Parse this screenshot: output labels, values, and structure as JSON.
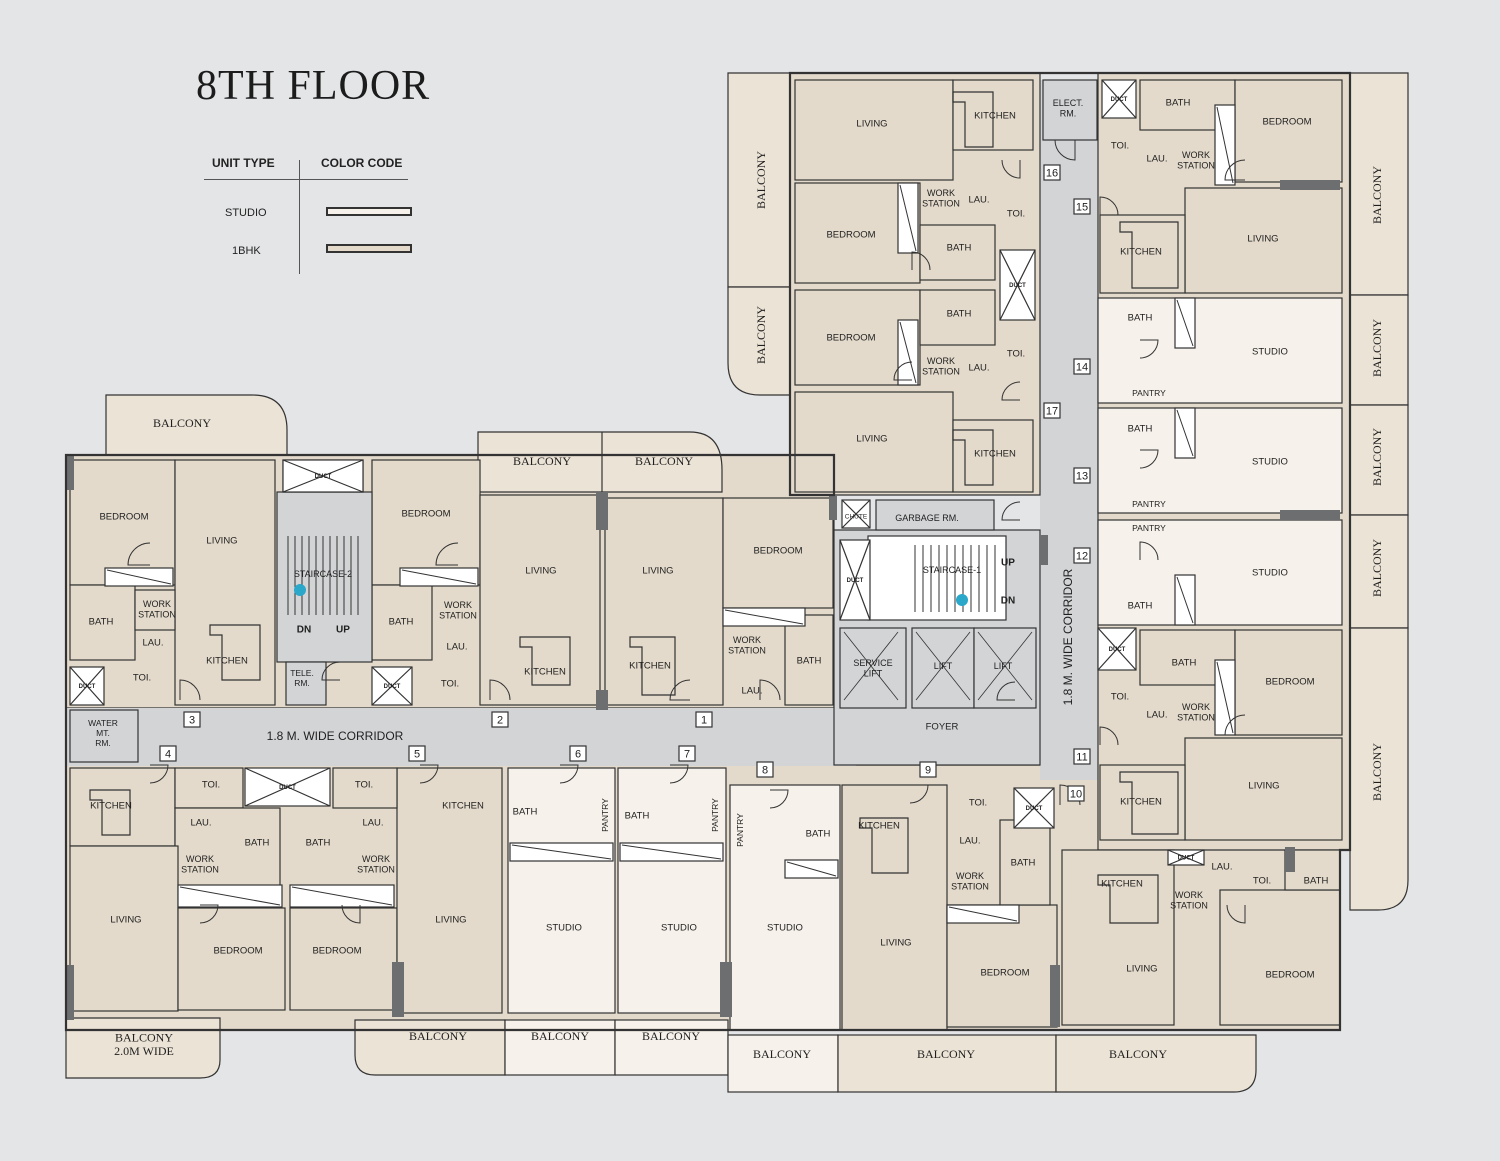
{
  "title": "8TH FLOOR",
  "legend": {
    "header_type": "UNIT TYPE",
    "header_color": "COLOR CODE",
    "items": [
      {
        "label": "STUDIO",
        "color": "#f6f1ea"
      },
      {
        "label": "1BHK",
        "color": "#e3dacb"
      }
    ]
  },
  "colors": {
    "background": "#e4e5e7",
    "studio": "#f6f1ea",
    "onebhk": "#e3dacb",
    "balcony": "#ebe3d6",
    "core": "#d3d4d6",
    "wall": "#333333",
    "column": "#6d6e70",
    "staircase_marker": "#2aa7c9"
  },
  "corridors": {
    "lower": "1.8  M.  WIDE  CORRIDOR",
    "right": "1.8  M.  WIDE  CORRIDOR"
  },
  "core_labels": {
    "foyer": "FOYER",
    "service_lift": "SERVICE LIFT",
    "lift": "LIFT",
    "staircase_1": "STAIRCASE-1",
    "staircase_2": "STAIRCASE-2",
    "garbage": "GARBAGE RM.",
    "chute": "CHUTE",
    "elect": "ELECT. RM.",
    "water": "WATER MT. RM.",
    "tele": "TELE. RM.",
    "duct": "DUCT",
    "up": "UP",
    "dn": "DN"
  },
  "room_names": {
    "living": "LIVING",
    "bedroom": "BEDROOM",
    "kitchen": "KITCHEN",
    "bath": "BATH",
    "toi": "TOI.",
    "lau": "LAU.",
    "work": "WORK STATION",
    "studio": "STUDIO",
    "pantry": "PANTRY",
    "balcony": "BALCONY",
    "balcony_wide": "BALCONY 2.0M  WIDE"
  },
  "unit_numbers": [
    "1",
    "2",
    "3",
    "4",
    "5",
    "6",
    "7",
    "8",
    "9",
    "10",
    "11",
    "12",
    "13",
    "14",
    "15",
    "16",
    "17"
  ]
}
